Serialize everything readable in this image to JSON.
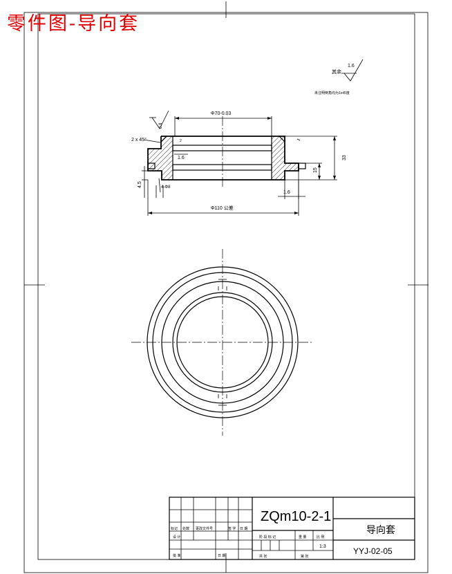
{
  "title": "零件图-导向套",
  "roughness_note": {
    "label": "其余",
    "value": "1.6"
  },
  "tech_note": "未注明倒角均为1x45度",
  "roughness_left": "0.8",
  "dimensions": {
    "inner_diameter": "Φ70-0.03",
    "outer_diameter": "Φ110 公差",
    "chamfer": "2 x 45°",
    "height": "33",
    "step_height": "15",
    "left_small": "1.6",
    "left_vertical": "4.5",
    "holes": "4-Φ8",
    "right_small": "1.6",
    "groove": "2"
  },
  "title_block": {
    "drawing_number": "ZQm10-2-1",
    "part_name": "导向套",
    "code": "YYJ-02-05",
    "scale": "1:3",
    "row_labels_left": [
      "标记",
      "处数",
      "更改文件号",
      "签 字",
      "日 期"
    ],
    "designer": "设 计",
    "approval": "批 准",
    "date_label": "日 期",
    "stage_label": "阶 段 标 记",
    "weight_label": "重 量",
    "ratio_label": "比 例",
    "sheets_total": "共 张",
    "sheet_no": "第 张"
  },
  "colors": {
    "title_red": "#e00000",
    "line": "#000000"
  }
}
